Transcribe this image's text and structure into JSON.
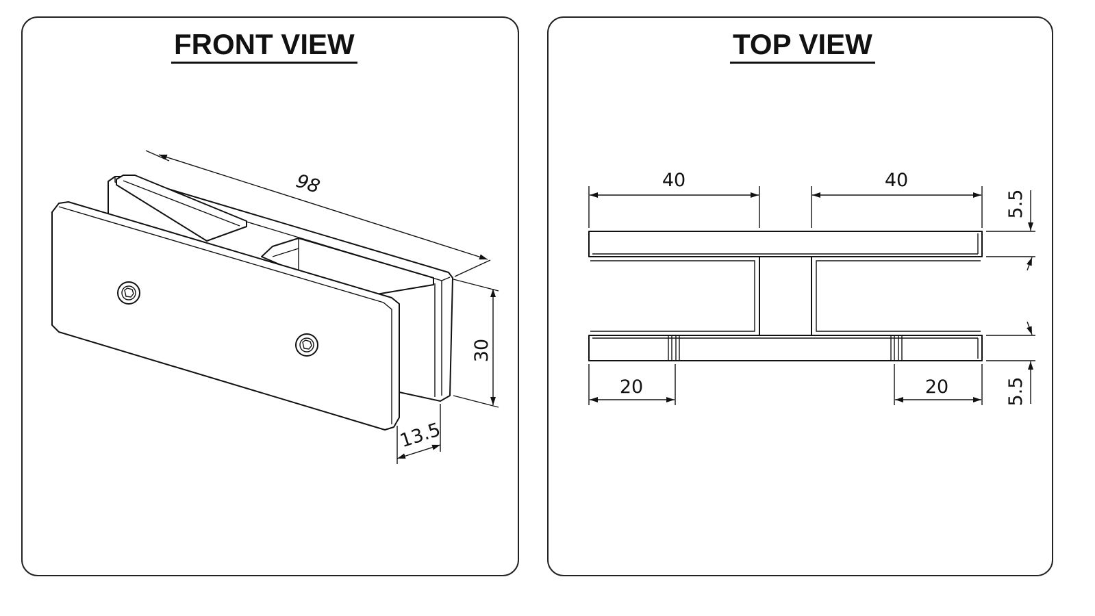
{
  "front_view": {
    "title": "FRONT VIEW",
    "dimensions": {
      "length": "98",
      "height": "30",
      "depth": "13.5"
    }
  },
  "top_view": {
    "title": "TOP VIEW",
    "dimensions": {
      "left_width": "40",
      "right_width": "40",
      "top_thickness": "5.5",
      "bottom_thickness": "5.5",
      "left_offset": "20",
      "right_offset": "20"
    }
  }
}
